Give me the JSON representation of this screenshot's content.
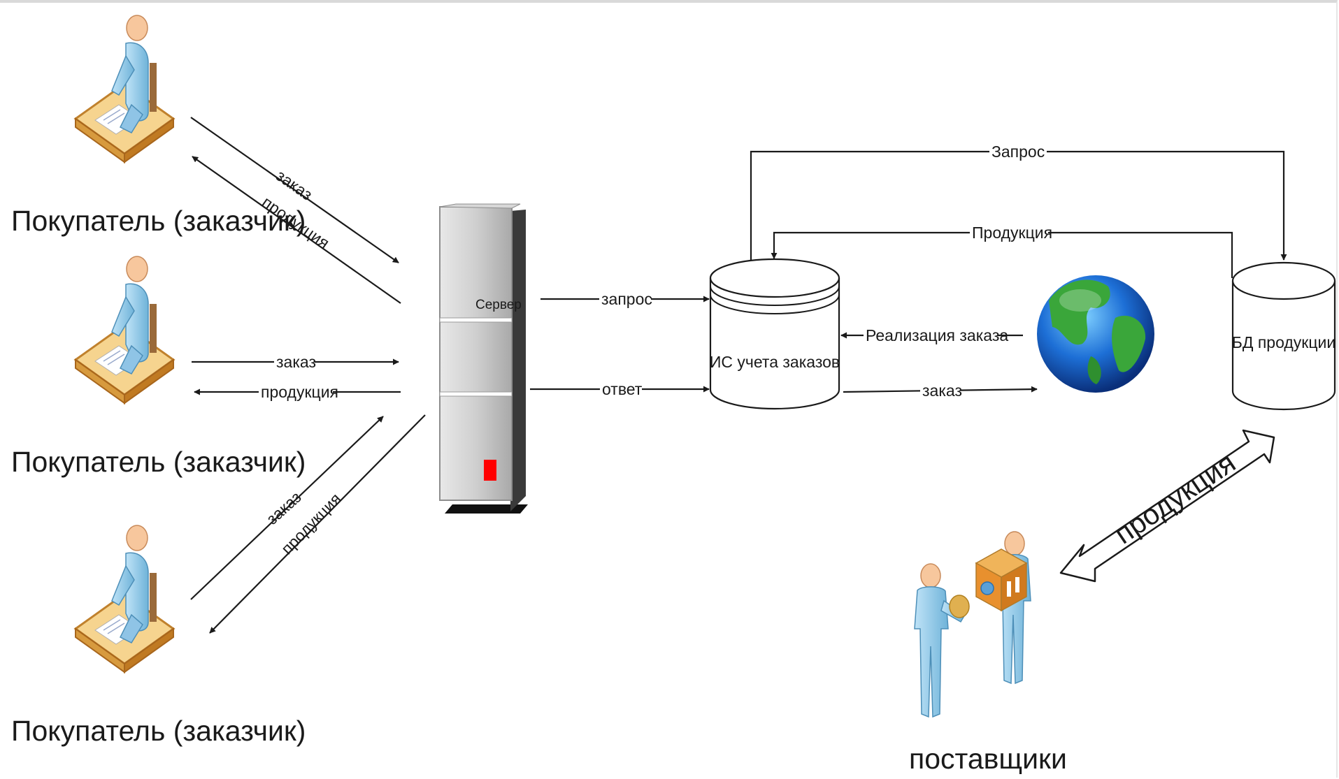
{
  "customers": {
    "label": "Покупатель (заказчик)"
  },
  "server": {
    "label": "Сервер",
    "indicator_color": "#ff0000"
  },
  "edges": {
    "zakaz": "заказ",
    "produkciya": "продукция",
    "zapros": "запрос",
    "otvet": "ответ",
    "zapros_top": "Запрос",
    "produkciya_top": "Продукция",
    "realizaciya": "Реализация заказа",
    "produkciya_big": "продукция"
  },
  "order_system": {
    "label": "ИС учета заказов"
  },
  "product_db": {
    "label": "БД продукции"
  },
  "suppliers": {
    "label": "поставщики"
  },
  "icons": {
    "customer": "desk-worker-icon",
    "server": "server-tower-icon",
    "globe": "globe-icon",
    "suppliers": "suppliers-handover-icon"
  }
}
